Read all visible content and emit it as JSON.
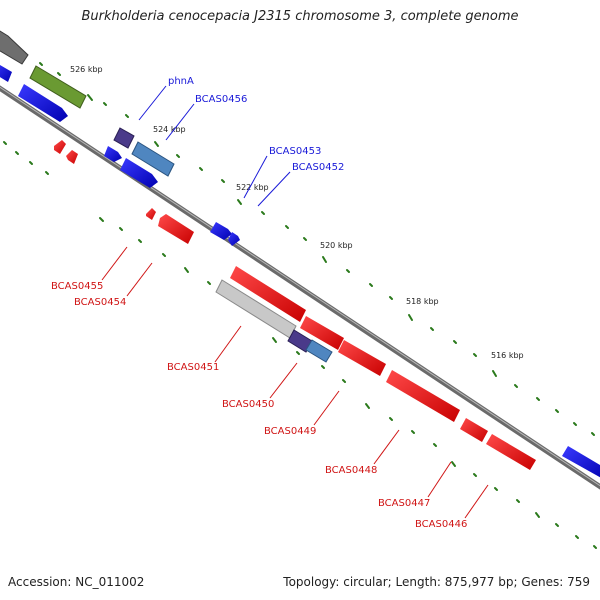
{
  "title": "Burkholderia cenocepacia J2315 chromosome 3, complete genome",
  "footer": {
    "accession": "Accession: NC_011002",
    "topology": "Topology: circular; Length: 875,977 bp; Genes: 759"
  },
  "scale_labels": [
    "526 kbp",
    "524 kbp",
    "522 kbp",
    "520 kbp",
    "518 kbp",
    "516 kbp"
  ],
  "gene_labels": {
    "top": [
      "phnA",
      "BCAS0456",
      "BCAS0453",
      "BCAS0452"
    ],
    "bottom": [
      "BCAS0455",
      "BCAS0454",
      "BCAS0451",
      "BCAS0450",
      "BCAS0449",
      "BCAS0448",
      "BCAS0447",
      "BCAS0446"
    ]
  },
  "colors": {
    "forward": "#1010ee",
    "reverse": "#ee1111",
    "top_label": "#1a1ad8",
    "bottom_label": "#d01515",
    "backbone": "#707070",
    "tick": "#2b7a1c"
  }
}
